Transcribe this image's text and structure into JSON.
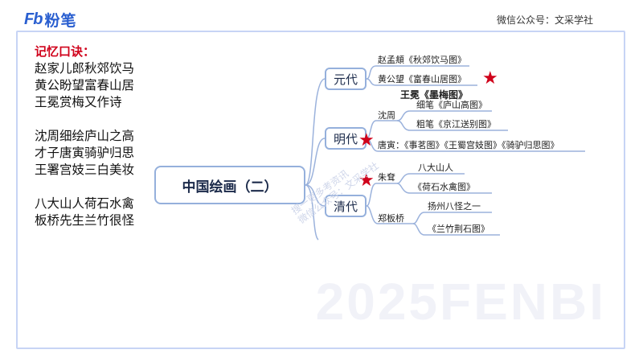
{
  "header": {
    "logo_mark": "Fb",
    "logo_text": "粉笔",
    "wechat": "微信公众号：文采学社"
  },
  "poem": {
    "title": "记忆口诀：",
    "lines": [
      "赵家儿郎秋郊饮马",
      "黄公盼望富春山居",
      "王冕赏梅又作诗",
      "",
      "沈周细绘庐山之高",
      "才子唐寅骑驴归思",
      "王署宫妓三白美妆",
      "",
      "八大山人荷石水禽",
      "板桥先生兰竹很怪"
    ]
  },
  "mindmap": {
    "root": "中国绘画（二）",
    "yuan": {
      "label": "元代",
      "items": [
        "赵孟頫《秋郊饮马图》",
        "黄公望《富春山居图》",
        "王冕《墨梅图》"
      ]
    },
    "ming": {
      "label": "明代",
      "shenzhou": "沈周",
      "shenzhou_items": [
        "细笔《庐山高图》",
        "粗笔《京江送别图》"
      ],
      "tangyin": "唐寅：《事茗图》《王蜀宫妓图》《骑驴归思图》"
    },
    "qing": {
      "label": "清代",
      "zhuda": "朱耷",
      "zhuda_items": [
        "八大山人",
        "《荷石水禽图》"
      ],
      "zhengbanqiao": "郑板桥",
      "zhengbanqiao_items": [
        "扬州八怪之一",
        "《兰竹荆石图》"
      ]
    }
  },
  "watermark": {
    "line1": "搜一更多考资讯",
    "line2": "微信公众号：文采学社",
    "big": "2025FENBI"
  },
  "colors": {
    "brand": "#2a5fd0",
    "accent_red": "#d0021b",
    "node_border": "#95b0dc",
    "underline": "#9bb2dc"
  }
}
